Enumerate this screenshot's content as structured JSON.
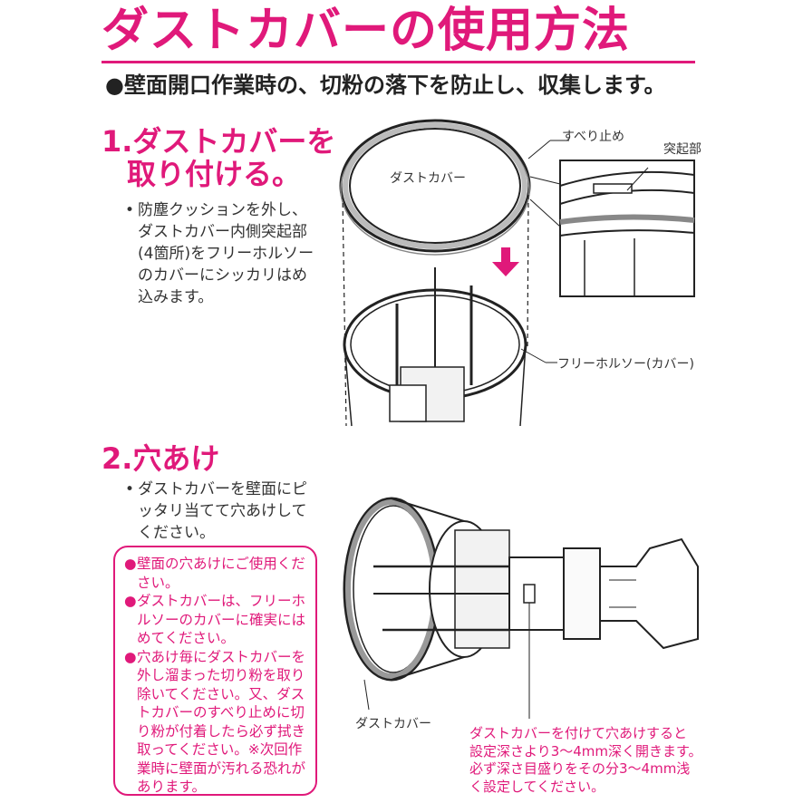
{
  "title": "ダストカバーの使用方法",
  "subtitle": "●壁面開口作業時の、切粉の落下を防止し、収集します。",
  "step1": {
    "heading_line1": "1.ダストカバーを",
    "heading_line2": "取り付ける。",
    "bullet": "•",
    "text_lines": [
      "防塵クッションを外し、",
      "ダストカバー内側突起部",
      "(4箇所)をフリーホルソー",
      "のカバーにシッカリはめ",
      "込みます。"
    ],
    "labels": {
      "dust_cover": "ダストカバー",
      "anti_slip": "すべり止め",
      "protrusion": "突起部",
      "free_holsaw": "フリーホルソー(カバー)"
    }
  },
  "step2": {
    "heading": "2.穴あけ",
    "bullet": "•",
    "text_lines": [
      "ダストカバーを壁面にピ",
      "ッタリ当てて穴あけして",
      "ください。"
    ],
    "notes": [
      {
        "mark": "●",
        "lines": [
          "壁面の穴あけにご使用くだ",
          "さい。"
        ]
      },
      {
        "mark": "●",
        "lines": [
          "ダストカバーは、フリーホ",
          "ルソーのカバーに確実には",
          "めてください。"
        ]
      },
      {
        "mark": "●",
        "lines": [
          "穴あけ毎にダストカバーを",
          "外し溜まった切り粉を取り",
          "除いてください。又、ダス",
          "トカバーのすべり止めに切",
          "り粉が付着したら必ず拭き",
          "取ってください。※次回作",
          "業時に壁面が汚れる恐れが",
          "あります。"
        ]
      }
    ],
    "labels": {
      "dust_cover": "ダストカバー"
    },
    "caption_lines": [
      "ダストカバーを付けて穴あけすると",
      "設定深さより3〜4mm深く開きます。",
      "必ず深さ目盛りをその分3〜4mm浅",
      "く設定してください。"
    ]
  },
  "colors": {
    "accent": "#e0197a",
    "text": "#222222"
  }
}
